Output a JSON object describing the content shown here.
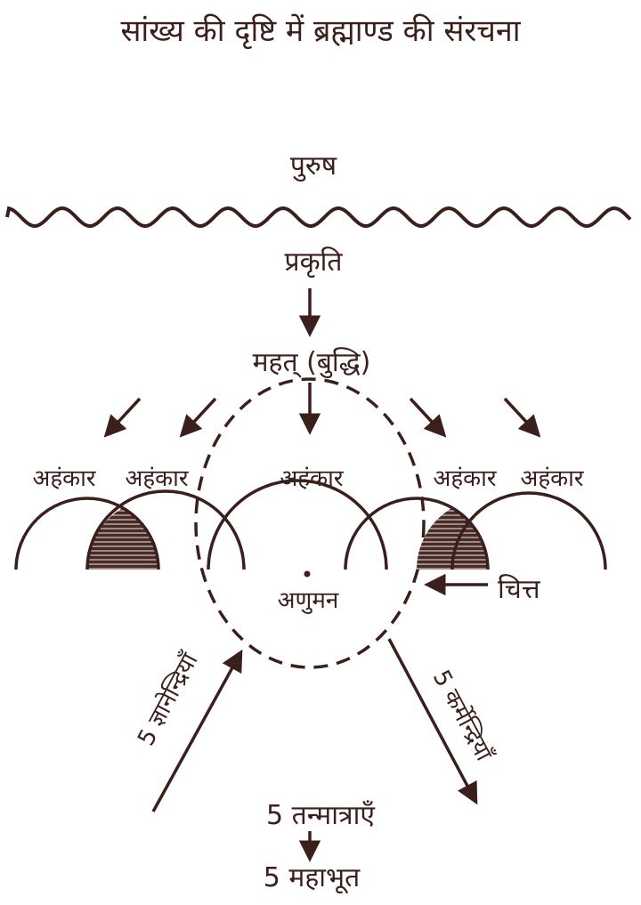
{
  "title": "सांख्य की दृष्टि में ब्रह्माण्ड की संरचना",
  "nodes": {
    "purush": "पुरुष",
    "prakriti": "प्रकृति",
    "mahat": "महत् (बुद्धि)",
    "ahankar": [
      "अहंकार",
      "अहंकार",
      "अहंकार",
      "अहंकार",
      "अहंकार"
    ],
    "anuman": "अणुमन",
    "chitt": "चित्त",
    "gyanendriyan": "5 ज्ञानेन्द्रियाँ",
    "karmendriyan": "5 कर्मेन्द्रियाँ",
    "tanmatrayen": "5 तन्मात्राएँ",
    "mahabhoot": "5 महाभूत"
  },
  "colors": {
    "ink": "#3a1f1c",
    "background": "#ffffff"
  }
}
